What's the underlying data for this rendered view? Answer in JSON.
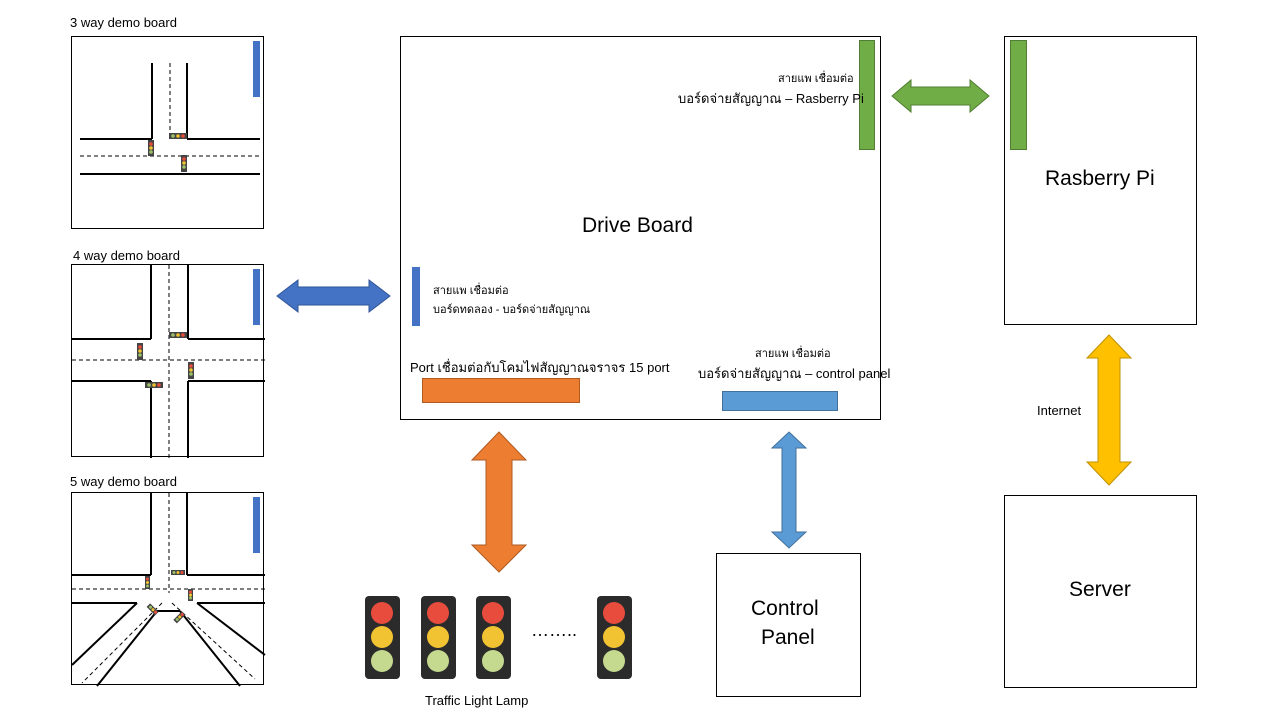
{
  "demo_boards": [
    {
      "label": "3 way demo  board"
    },
    {
      "label": "4 way demo  board"
    },
    {
      "label": "5 way demo  board"
    }
  ],
  "drive_board": {
    "title": "Drive Board",
    "rpi_cable_line1": "สายแพ เชื่อมต่อ",
    "rpi_cable_line2": "บอร์ดจ่ายสัญญาณ – Rasberry Pi",
    "demo_cable_line1": "สายแพ เชื่อมต่อ",
    "demo_cable_line2": "บอร์ดทดลอง  - บอร์ดจ่ายสัญญาณ",
    "port_label": "Port  เชื่อมต่อกับโคมไฟสัญญาณจราจร 15 port",
    "cp_cable_line1": "สายแพ เชื่อมต่อ",
    "cp_cable_line2": "บอร์ดจ่ายสัญญาณ – control  panel"
  },
  "raspberry_pi": {
    "label": "Rasberry Pi"
  },
  "server": {
    "label": "Server"
  },
  "internet": {
    "label": "Internet"
  },
  "control_panel": {
    "line1": "Control",
    "line2": "Panel"
  },
  "traffic_lamps": {
    "label": "Traffic Light Lamp",
    "ellipsis": "……..",
    "count": 4
  },
  "colors": {
    "blue": "#4472c4",
    "green": "#70ad47",
    "orange": "#ed7d31",
    "light_blue": "#5b9bd5",
    "yellow": "#ffc000",
    "lamp_red": "#e84c3d",
    "lamp_yellow": "#f1c232",
    "lamp_green": "#c5d98f",
    "lamp_body": "#2b2b2b"
  }
}
